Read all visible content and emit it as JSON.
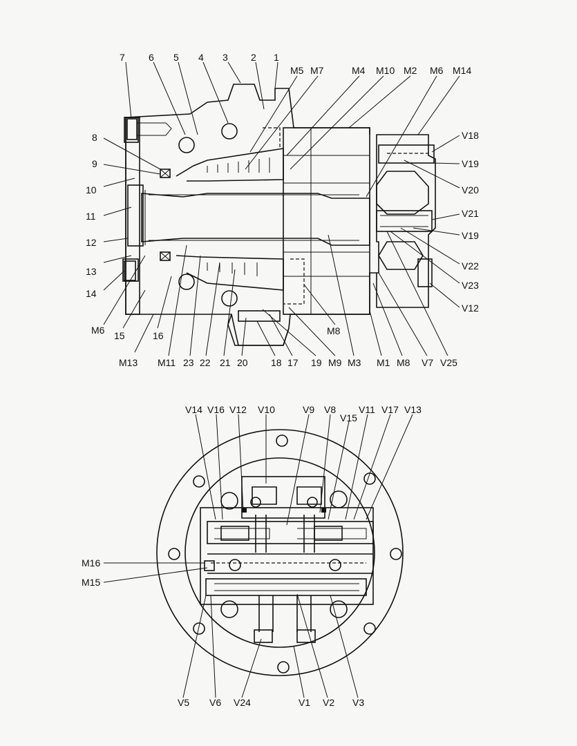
{
  "labels": {
    "top": [
      "7",
      "6",
      "5",
      "4",
      "3",
      "2",
      "1",
      "M5",
      "M7",
      "M4",
      "M10",
      "M2",
      "M6",
      "M14",
      "8",
      "9",
      "10",
      "11",
      "12",
      "13",
      "14",
      "M6",
      "15",
      "16",
      "M13",
      "M11",
      "23",
      "22",
      "21",
      "20",
      "18",
      "17",
      "19",
      "M9",
      "M3",
      "M1",
      "M8",
      "V7",
      "V25",
      "M8",
      "V18",
      "V19",
      "V20",
      "V21",
      "V19",
      "V22",
      "V23",
      "V12"
    ],
    "bottom": [
      "V14",
      "V16",
      "V12",
      "V10",
      "V9",
      "V8",
      "V15",
      "V11",
      "V17",
      "V13",
      "M16",
      "M15",
      "V5",
      "V6",
      "V24",
      "V1",
      "V2",
      "V3"
    ]
  }
}
